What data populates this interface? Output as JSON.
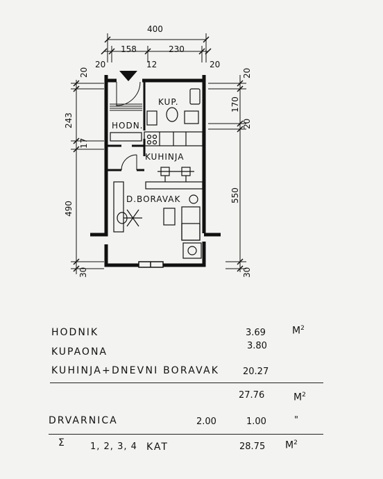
{
  "plan": {
    "dimensions": {
      "top_total": "400",
      "top_left": "158",
      "top_right": "230",
      "wall_left": "20",
      "wall_mid": "12",
      "wall_right": "20",
      "left_top": "20",
      "left_mid": "243",
      "left_gap": "17",
      "left_low": "490",
      "left_bottom": "30",
      "right_top": "20",
      "right_mid": "170",
      "right_gap": "20",
      "right_low": "550",
      "right_bottom": "30"
    },
    "rooms": {
      "kupaona": "KUP.",
      "hodnik": "HODN.",
      "kuhinja": "KUHINJA",
      "boravak": "D.BORAVAK"
    }
  },
  "areas": {
    "rows": [
      {
        "name": "HODNIK",
        "value": "3.69",
        "unit": "M",
        "exp": "2"
      },
      {
        "name": "KUPAONA",
        "value": "3.80"
      },
      {
        "name": "KUHINJA+DNEVNI BORAVAK",
        "value": "20.27"
      }
    ],
    "subtotal": {
      "value": "27.76",
      "unit": "M",
      "exp": "2"
    },
    "drvarnica": {
      "name": "DRVARNICA",
      "value1": "2.00",
      "value2": "1.00",
      "mark": "\""
    },
    "total": {
      "symbol": "Σ",
      "floors": "1, 2, 3, 4",
      "kat": "KAT",
      "value": "28.75",
      "unit": "M",
      "exp": "2"
    }
  }
}
